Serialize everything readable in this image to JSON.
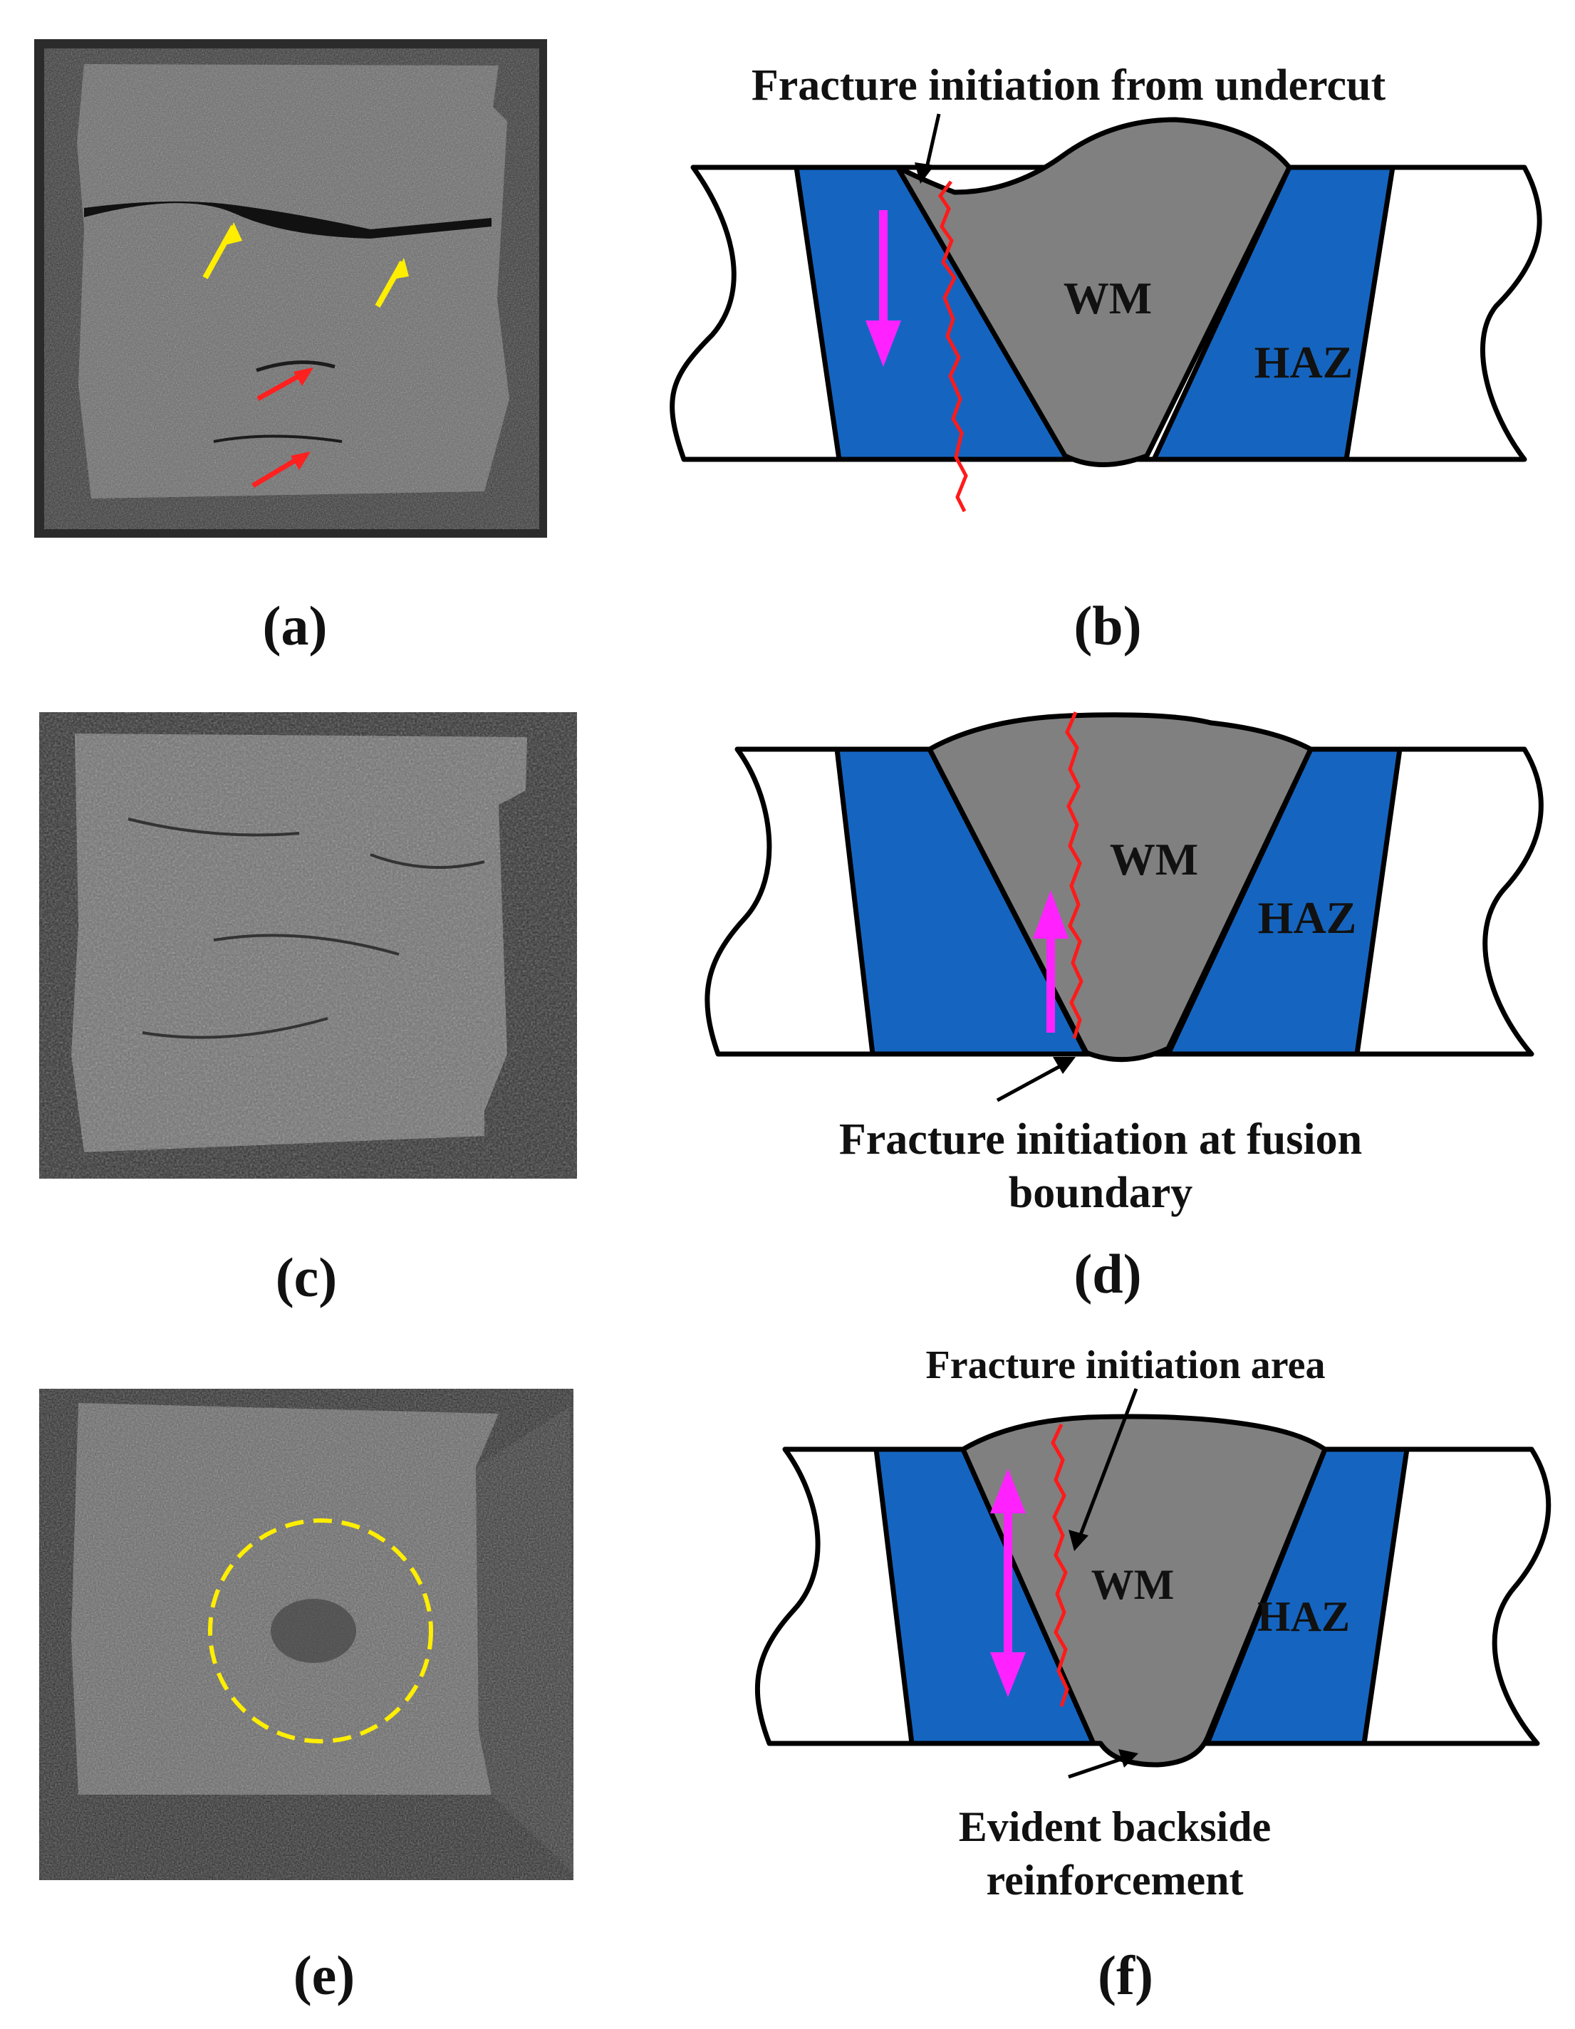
{
  "panels": [
    {
      "label": "(a)",
      "kind": "photo",
      "arrows": {
        "yellow": 2,
        "red": 2
      }
    },
    {
      "label": "(b)",
      "kind": "diagram",
      "wm_label": "WM",
      "haz_label": "HAZ",
      "annotation_lines": [
        "Fracture initiation from undercut"
      ]
    },
    {
      "label": "(c)",
      "kind": "photo"
    },
    {
      "label": "(d)",
      "kind": "diagram",
      "wm_label": "WM",
      "haz_label": "HAZ",
      "annotation_lines": [
        "Fracture initiation at fusion",
        "boundary"
      ]
    },
    {
      "label": "(e)",
      "kind": "photo",
      "dashed_circle": true
    },
    {
      "label": "(f)",
      "kind": "diagram",
      "wm_label": "WM",
      "haz_label": "HAZ",
      "annotation_top": "Fracture initiation area",
      "annotation_lines": [
        "Evident backside",
        "reinforcement"
      ]
    }
  ],
  "colors": {
    "haz": "#1565c0",
    "wm": "#808080",
    "fracture_line": "#ff1a1a",
    "load_arrow": "#ff22ff",
    "photo_dark": "#3c3c3c",
    "photo_surface": "#6e6e6e",
    "yellow_arrow": "#ffee00",
    "red_arrow": "#ff2020"
  },
  "icons": [
    "crack-propagation-arrow",
    "fracture-path",
    "load-direction-arrow",
    "pointer-arrow"
  ]
}
